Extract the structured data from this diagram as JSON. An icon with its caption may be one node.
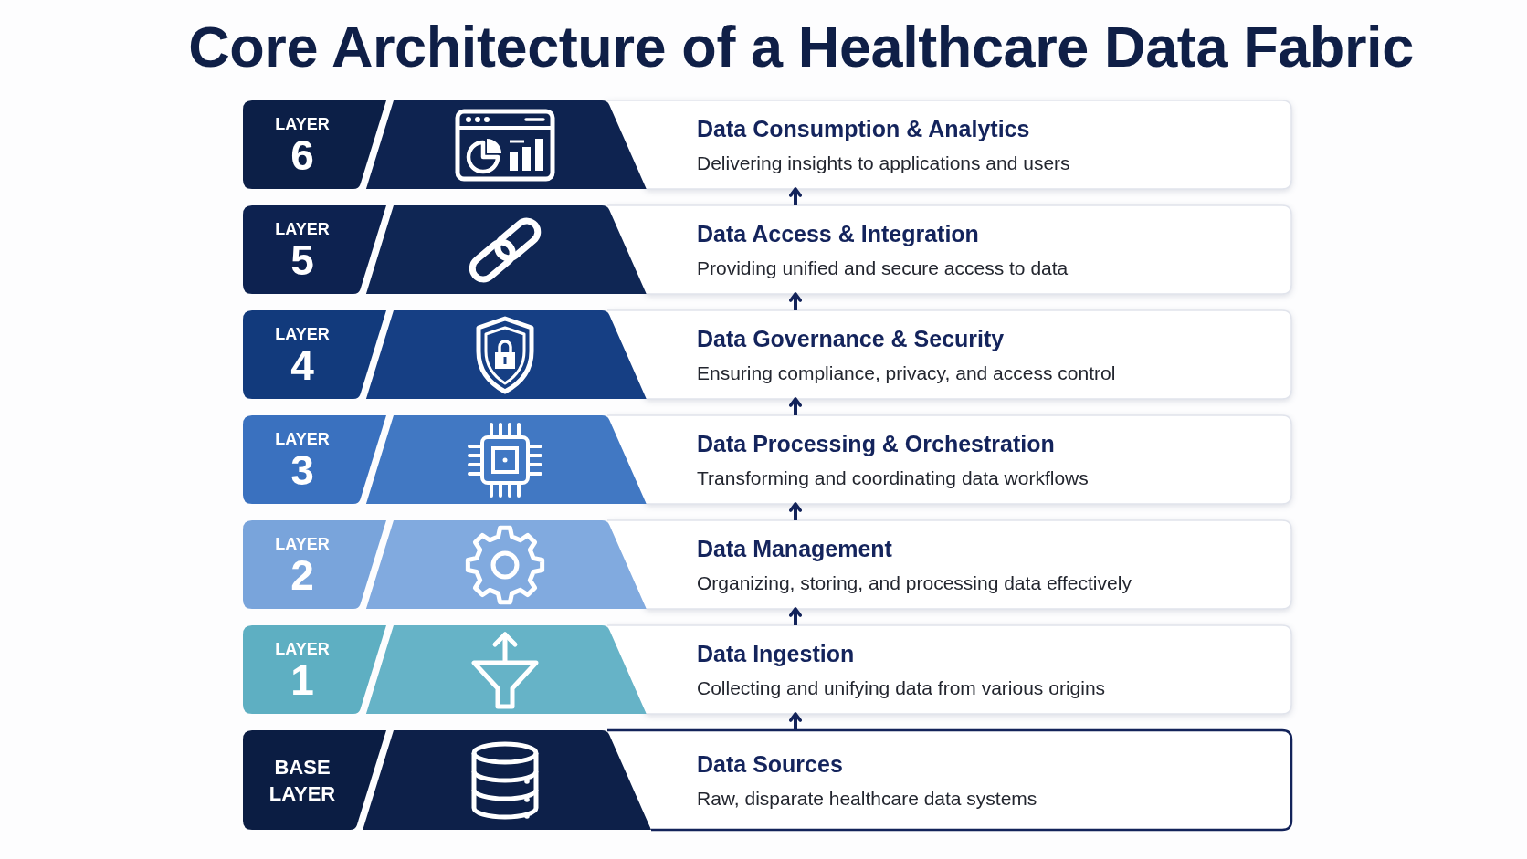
{
  "diagram": {
    "title": "Core Architecture of a Healthcare Data Fabric",
    "nodes": [
      {
        "text": [
          "LAYER",
          "6",
          "Data Consumption & Analytics",
          "Delivering insights to applications and users"
        ]
      },
      {
        "text": [
          "LAYER",
          "5",
          "Data Access & Integration",
          "Providing unified and secure access to data"
        ]
      },
      {
        "text": [
          "LAYER",
          "4",
          "Data Governance & Security",
          "Ensuring compliance, privacy, and access control"
        ]
      },
      {
        "text": [
          "LAYER",
          "3",
          "Data Processing & Orchestration",
          "Transforming and coordinating data workflows"
        ]
      },
      {
        "text": [
          "LAYER",
          "2",
          "Data Management",
          "Organizing, storing, and processing data effectively"
        ]
      },
      {
        "text": [
          "LAYER",
          "1",
          "Data Ingestion",
          "Collecting and unifying data from various origins"
        ]
      },
      {
        "text": [
          "BASE LAYER",
          "Data Sources",
          "Raw, disparate healthcare data systems"
        ]
      }
    ],
    "edges": [
      {
        "from": 6,
        "to": 5,
        "arrow": "to"
      },
      {
        "from": 5,
        "to": 4,
        "arrow": "to"
      },
      {
        "from": 4,
        "to": 3,
        "arrow": "to"
      },
      {
        "from": 3,
        "to": 2,
        "arrow": "to"
      },
      {
        "from": 2,
        "to": 1,
        "arrow": "to"
      },
      {
        "from": 1,
        "to": 0,
        "arrow": "to"
      }
    ]
  }
}
